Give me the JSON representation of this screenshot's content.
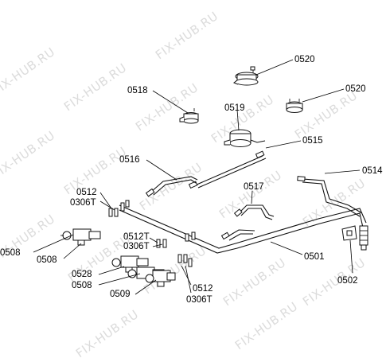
{
  "watermark": {
    "text": "FIX-HUB.RU"
  },
  "labels": {
    "p0520a": "0520",
    "p0520b": "0520",
    "p0518": "0518",
    "p0519": "0519",
    "p0515": "0515",
    "p0516": "0516",
    "p0514": "0514",
    "p0517": "0517",
    "p0512a": "0512",
    "p0306a": "0306T",
    "p0512T": "0512T",
    "p0306b": "0306T",
    "p0508a": "0508",
    "p0508b": "0508",
    "p0528": "0528",
    "p0508c": "0508",
    "p0509": "0509",
    "p0512b": "0512",
    "p0306c": "0306T",
    "p0501": "0501",
    "p0502": "0502"
  }
}
